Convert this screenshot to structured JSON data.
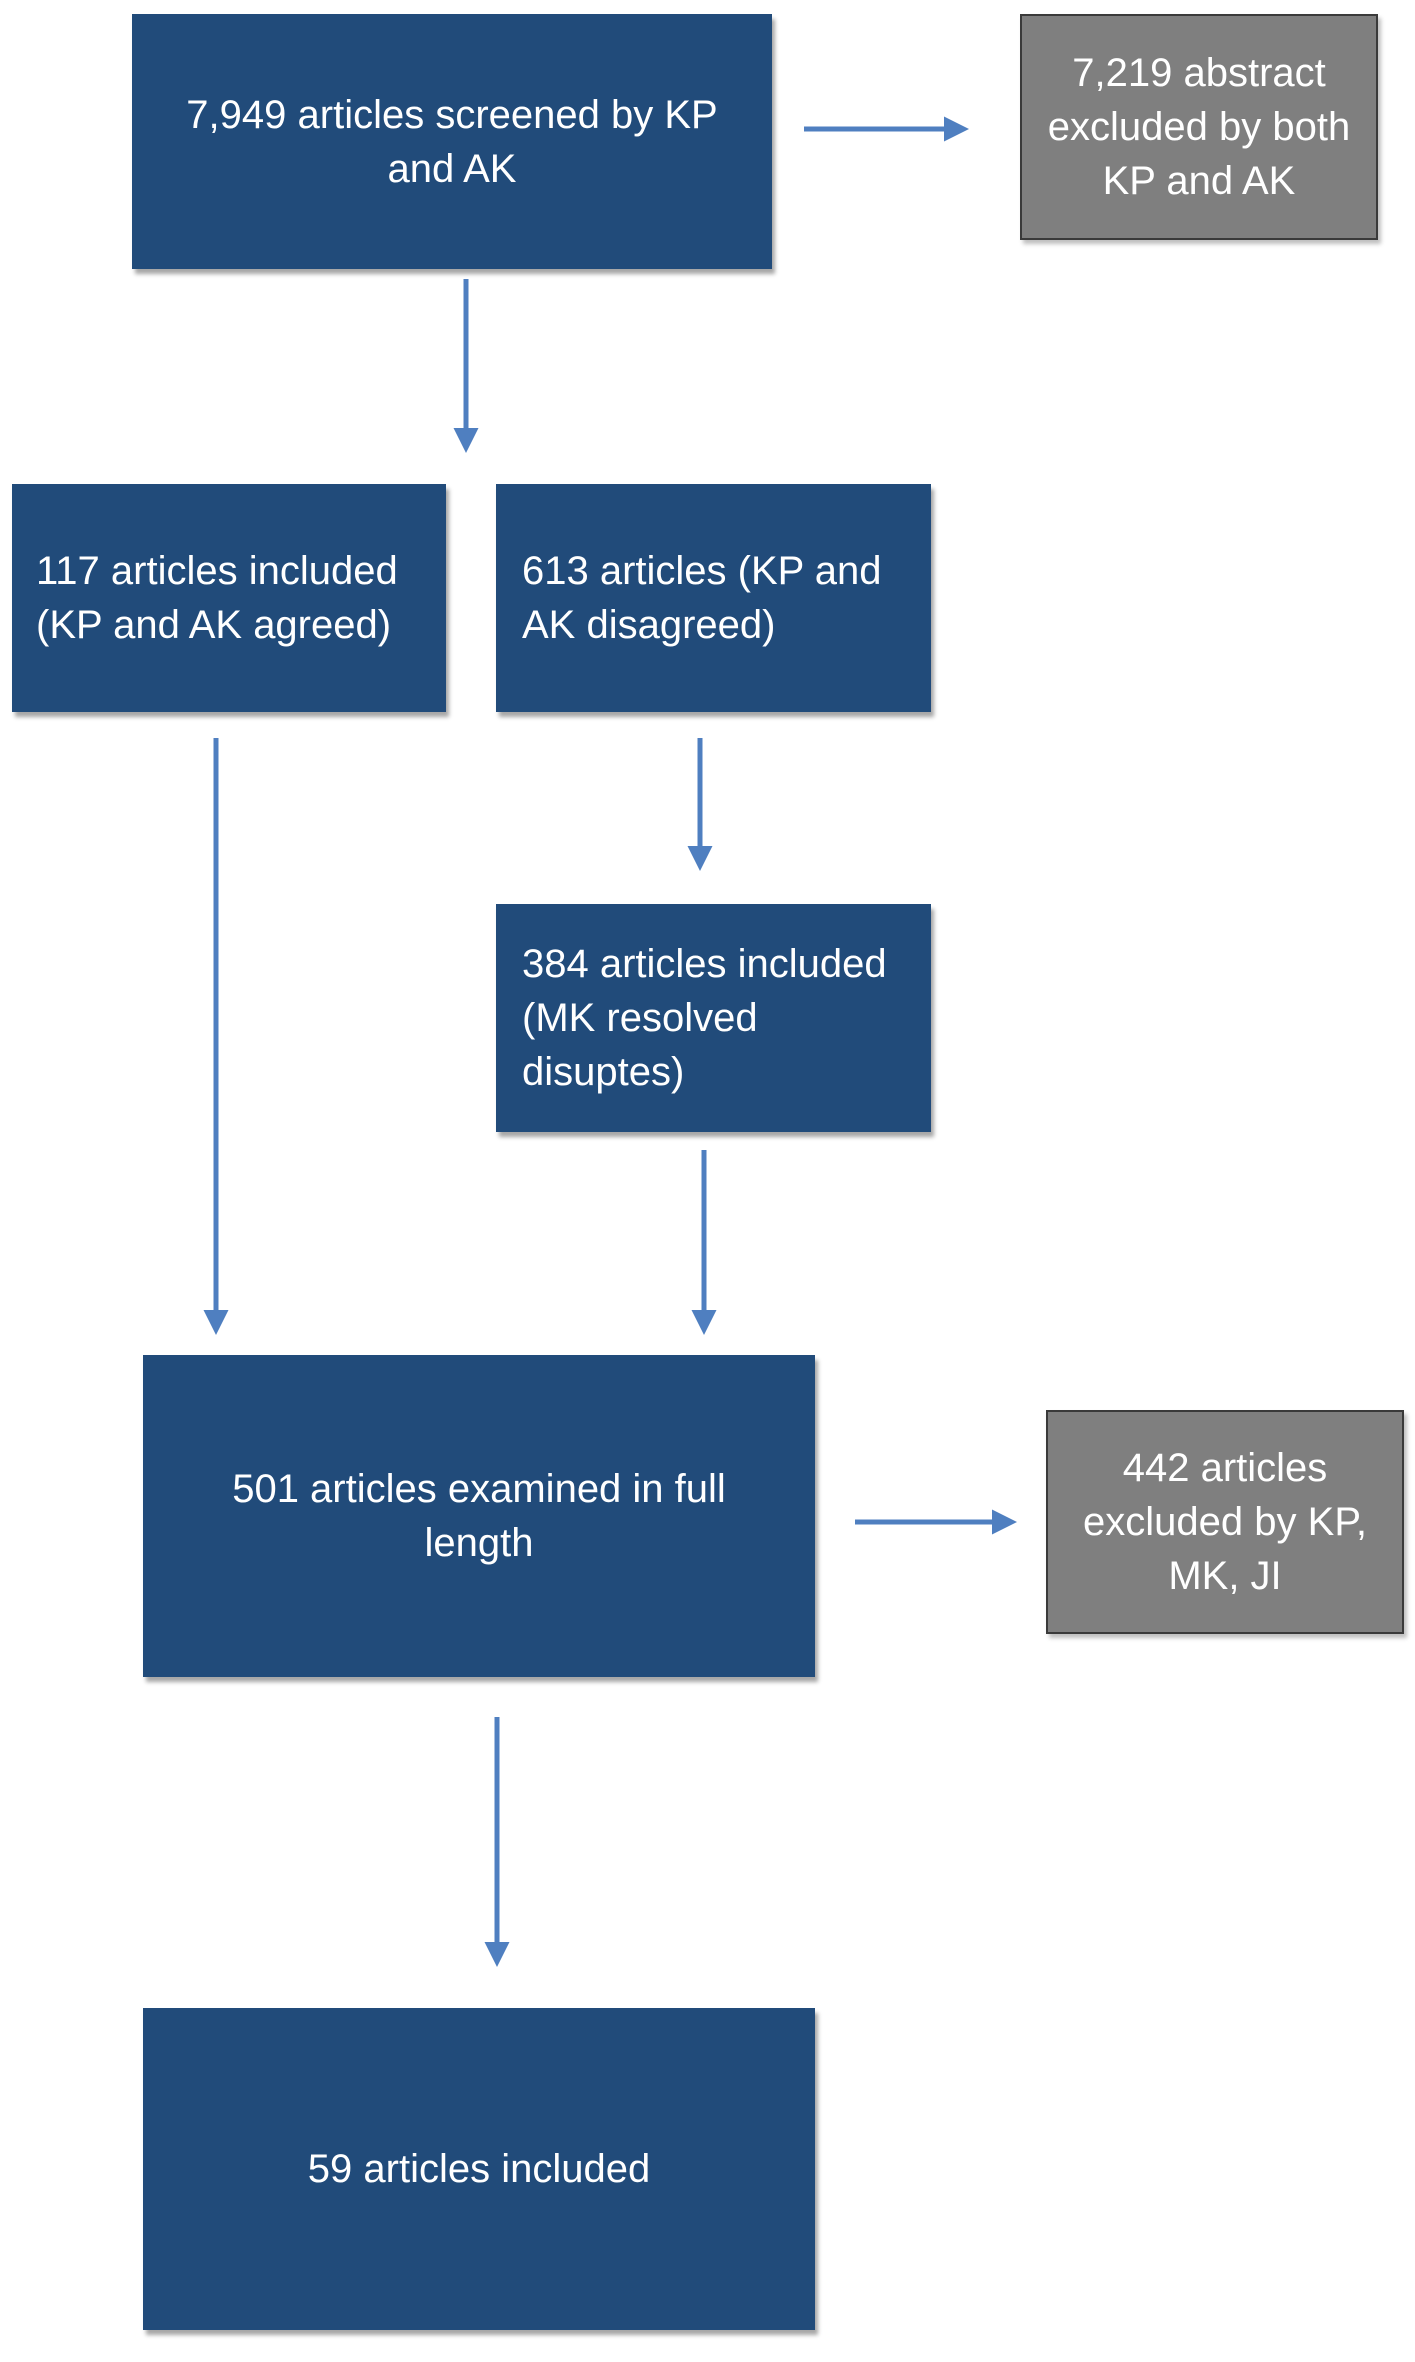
{
  "nodes": {
    "screened": "7,949 articles screened by KP and AK",
    "excluded_abstract": "7,219 abstract excluded by both KP and AK",
    "included_agreed": "117 articles included (KP and AK agreed)",
    "disagreed": "613 articles (KP and AK disagreed)",
    "included_resolved": "384 articles included (MK resolved disuptes)",
    "full_length": "501 articles examined in full length",
    "excluded_full": "442 articles excluded by KP, MK, JI",
    "final_included": "59 articles included"
  },
  "edges": [
    {
      "from": "screened",
      "to": "excluded_abstract"
    },
    {
      "from": "screened",
      "to": "included_agreed"
    },
    {
      "from": "disagreed",
      "to": "included_resolved"
    },
    {
      "from": "included_agreed",
      "to": "full_length"
    },
    {
      "from": "included_resolved",
      "to": "full_length"
    },
    {
      "from": "full_length",
      "to": "excluded_full"
    },
    {
      "from": "full_length",
      "to": "final_included"
    }
  ],
  "colors": {
    "main_box": "#214b7a",
    "excluded_box": "#7f7f7f",
    "arrow": "#4f7fc0",
    "text": "#ffffff"
  }
}
